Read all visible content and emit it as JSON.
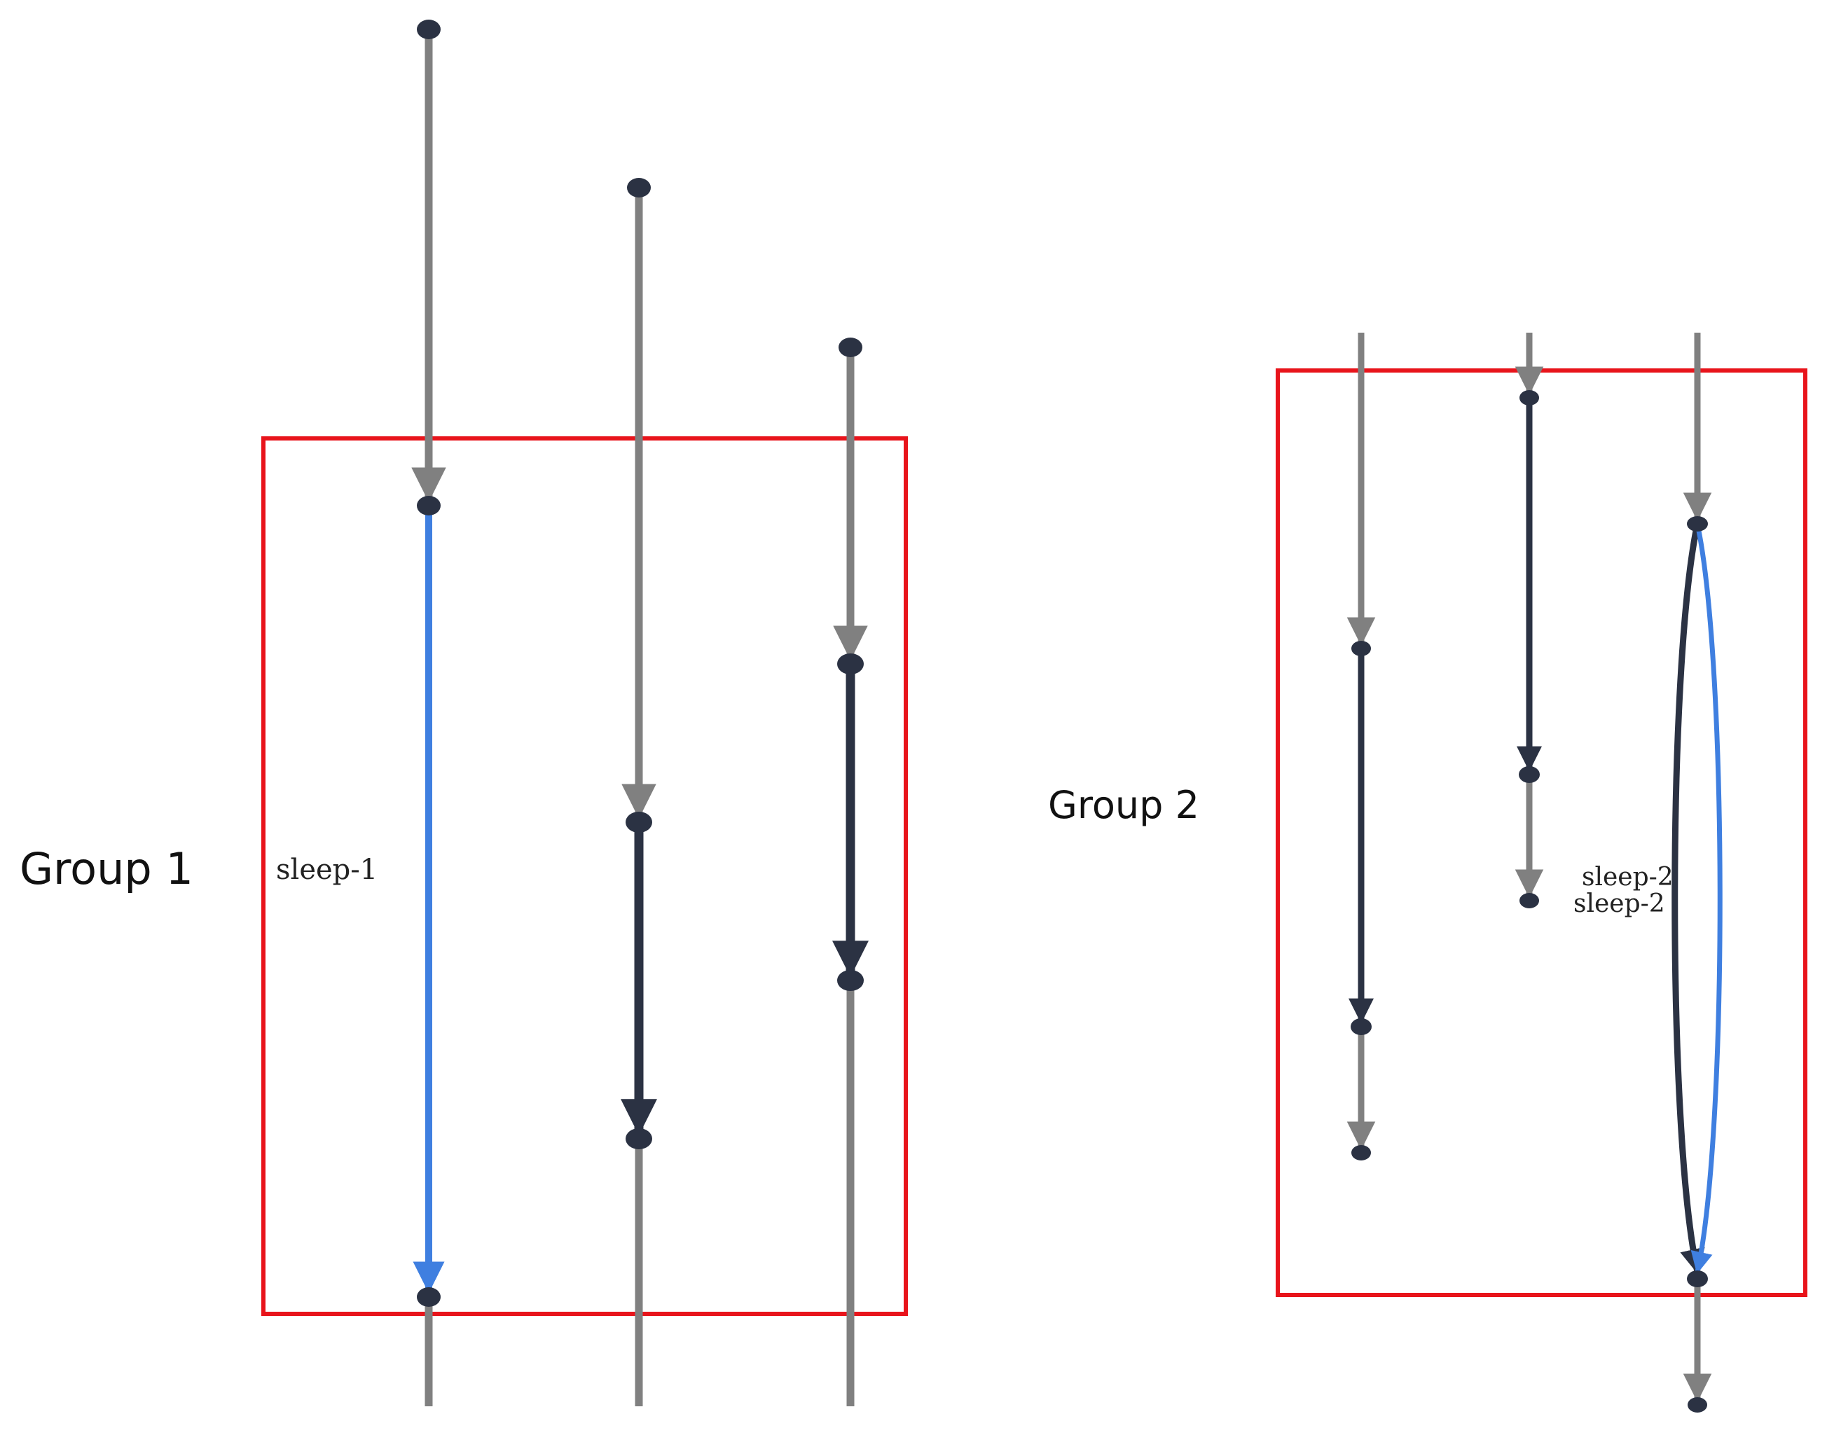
{
  "colors": {
    "background": "#ffffff",
    "group_box": "#e8141b",
    "connector": "#808080",
    "span": "#2b3243",
    "highlight": "#3f7fe0",
    "node": "#2b3243"
  },
  "groups": [
    {
      "label": "Group 1",
      "edge_labels": [
        "sleep-1"
      ]
    },
    {
      "label": "Group 2",
      "edge_labels": [
        "sleep-2",
        "sleep-2"
      ]
    }
  ]
}
